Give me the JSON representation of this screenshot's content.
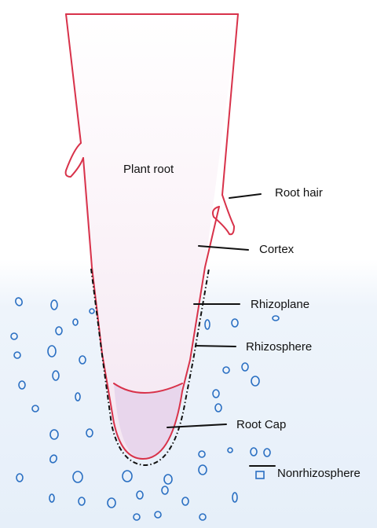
{
  "labels": {
    "plant_root": "Plant root",
    "root_hair": "Root hair",
    "cortex": "Cortex",
    "rhizoplane": "Rhizoplane",
    "rhizosphere": "Rhizosphere",
    "root_cap": "Root Cap",
    "nonrhizosphere": "Nonrhizosphere"
  },
  "colors": {
    "root_outline": "#d8324a",
    "soil_tint": "#e9f1fb",
    "root_tip_fill": "#f7eef6",
    "root_cap_fill": "#e6d3ea",
    "particle_outline": "#2a6fc2",
    "leader_line": "#111111"
  }
}
